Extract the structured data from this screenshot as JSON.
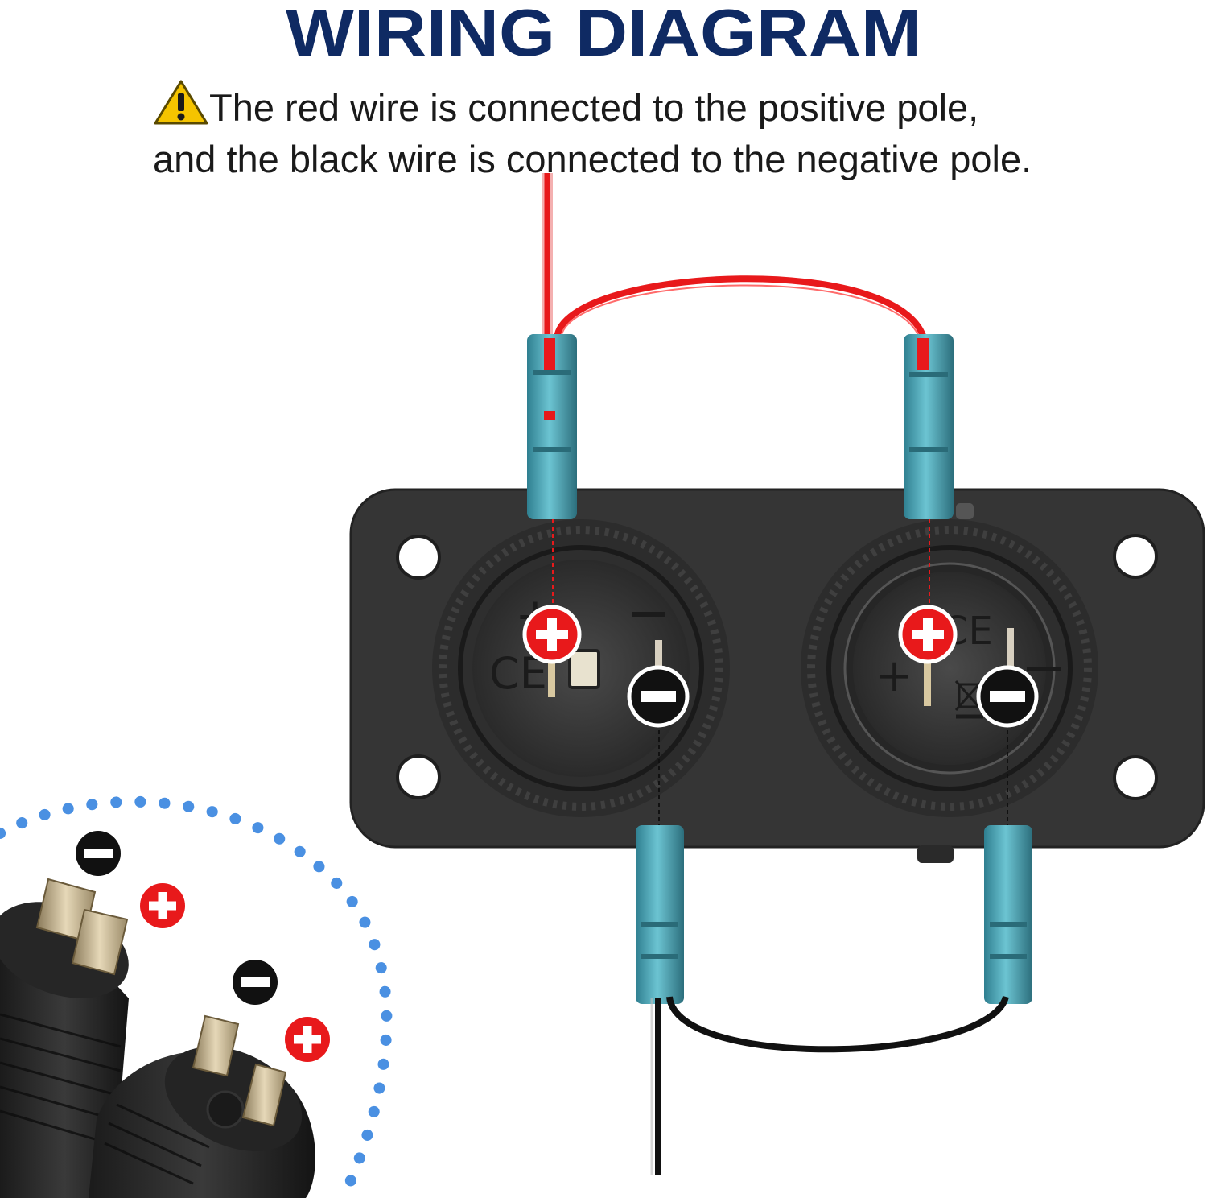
{
  "title": "WIRING DIAGRAM",
  "note": {
    "line1": "The red wire is connected to the positive pole,",
    "line2": "and the black wire is connected to the negative pole."
  },
  "icons": {
    "warning": "warning-triangle-icon",
    "positive": "plus-circle-icon",
    "negative": "minus-circle-icon"
  },
  "colors": {
    "title": "#0f2a63",
    "red_wire": "#e8191b",
    "black_wire": "#111111",
    "terminal": "#4aa3b3",
    "panel": "#3a3a3a",
    "dotted_arc": "#4a90e2"
  }
}
